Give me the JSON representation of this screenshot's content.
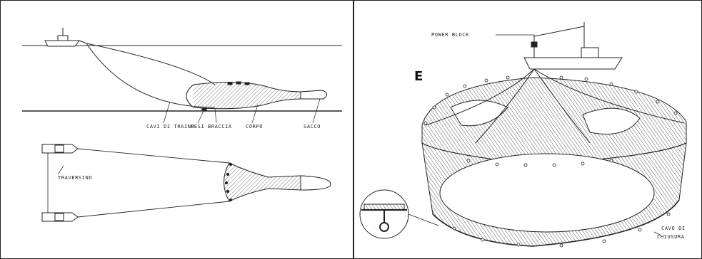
{
  "left_panel": {
    "labels": {
      "cavi_di_traino": "CAVI DI TRAINO",
      "pesi": "PESI",
      "braccia": "BRACCIA",
      "corpo": "CORPO",
      "sacco": "SACCO",
      "traversino": "TRAVERSINO"
    }
  },
  "right_panel": {
    "letter": "E",
    "labels": {
      "power_block": "POWER BLOCK",
      "cavo_di": "CAVO DI",
      "chiusura": "CHIUSURA"
    }
  },
  "colors": {
    "line": "#222222",
    "border": "#222222",
    "background": "#ffffff"
  }
}
